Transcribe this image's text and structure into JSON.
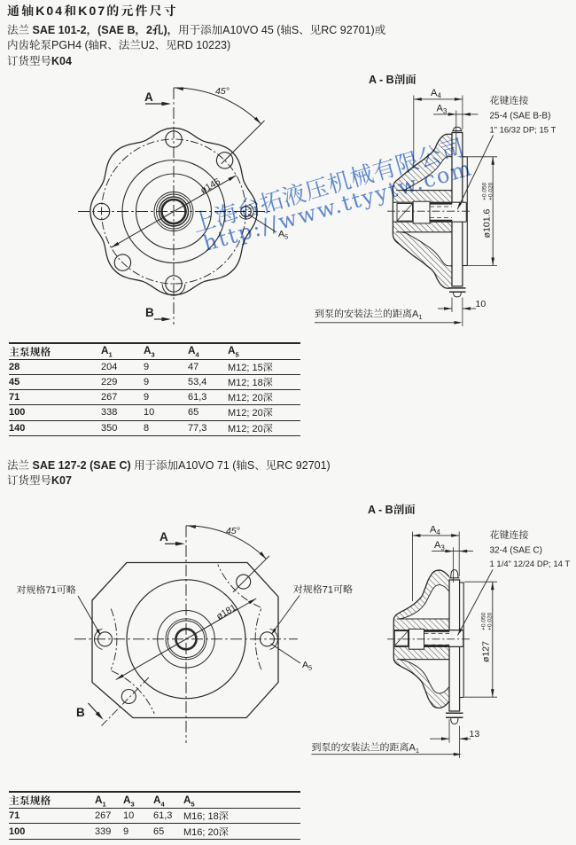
{
  "page_title": "通轴K04和K07的元件尺寸",
  "watermark": {
    "line1": "上海台拓液压机械有限公司",
    "line2": "http://www.ttyytw.com",
    "color": "#4577d2"
  },
  "k04": {
    "intro_normal1": "法兰 ",
    "intro_bold": "SAE 101-2，(SAE B，2孔)，",
    "intro_normal2": "用于添加A10VO 45 (轴S、见RC 92701)或",
    "intro_line2": "内齿轮泵PGH4 (轴R、法兰U2、见RD 10223)",
    "order_label": "订货型号",
    "order_code": "K04",
    "section_view_title": "A - B剖面",
    "front_view": {
      "label_a": "A",
      "label_b": "B",
      "angle_label": "45°",
      "bolt_circle_label": "ø146",
      "a5_label": "A",
      "a5_sub": "5"
    },
    "section_view": {
      "a4_label": "A",
      "a4_sub": "4",
      "a3_label": "A",
      "a3_sub": "3",
      "spline_note_line1": "花键连接",
      "spline_note_line2": "25-4 (SAE B-B)",
      "spline_note_line3": "1” 16/32 DP; 15 T",
      "pilot_dia_label": "ø101.6",
      "pilot_tol_upper": "+0.050",
      "pilot_tol_lower": "+0.020",
      "flange_thickness_label": "10",
      "distance_note": "到泵的安装法兰的距离A",
      "distance_note_sub": "1"
    },
    "table": {
      "headers": [
        "主泵规格",
        "A|1",
        "A|3",
        "A|4",
        "A|5"
      ],
      "rows": [
        [
          "28",
          "204",
          "9",
          "47",
          "M12; 15深"
        ],
        [
          "45",
          "229",
          "9",
          "53,4",
          "M12; 18深"
        ],
        [
          "71",
          "267",
          "9",
          "61,3",
          "M12; 20深"
        ],
        [
          "100",
          "338",
          "10",
          "65",
          "M12; 20深"
        ],
        [
          "140",
          "350",
          "8",
          "77,3",
          "M12; 20深"
        ]
      ]
    }
  },
  "k07": {
    "intro_normal1": "法兰 ",
    "intro_bold": "SAE 127-2 (SAE C) ",
    "intro_normal2": "用于添加A10VO 71 (轴S、见RC 92701)",
    "order_label": "订货型号",
    "order_code": "K07",
    "section_view_title": "A - B剖面",
    "front_view": {
      "label_a": "A",
      "label_b": "B",
      "angle_label": "45°",
      "bolt_circle_label": "ø181",
      "a5_label": "A",
      "a5_sub": "5",
      "omit_note_left": "对规格71可略",
      "omit_note_right": "对规格71可略"
    },
    "section_view": {
      "a4_label": "A",
      "a4_sub": "4",
      "a3_label": "A",
      "a3_sub": "3",
      "spline_note_line1": "花键连接",
      "spline_note_line2": "32-4 (SAE C)",
      "spline_note_line3": "1 1/4” 12/24 DP; 14 T",
      "pilot_dia_label": "ø127",
      "pilot_tol_upper": "+0.050",
      "pilot_tol_lower": "+0.020",
      "flange_thickness_label": "13",
      "distance_note": "到泵的安装法兰的距离A",
      "distance_note_sub": "1"
    },
    "table": {
      "headers": [
        "主泵规格",
        "A|1",
        "A|3",
        "A|4",
        "A|5"
      ],
      "rows": [
        [
          "71",
          "267",
          "10",
          "61,3",
          "M16; 18深"
        ],
        [
          "100",
          "339",
          "9",
          "65",
          "M16; 20深"
        ]
      ]
    }
  }
}
